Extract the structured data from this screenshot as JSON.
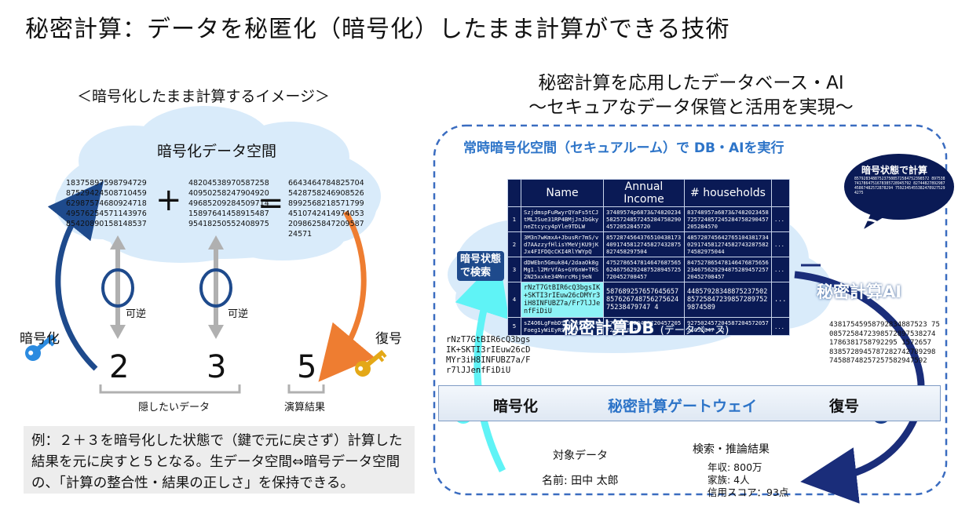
{
  "title": "秘密計算：データを秘匿化（暗号化）したまま計算ができる技術",
  "left": {
    "subtitle": "＜暗号化したまま計算するイメージ＞",
    "cloud_label": "暗号化データ空間",
    "enc_a": "18375897598794729\n87529424508710459\n62987574680924718\n49576254571143976\n85420890158148537",
    "enc_b": "48204538970587258\n40950258247904920\n49685209284509714\n15897641458915487\n95418250552408975",
    "enc_c": "6643464784825704\n5428758246908526\n8992568218571799\n4510742414974053\n2098625847209587\n24571",
    "plus": "+",
    "equals": "=",
    "reversible1": "可逆",
    "reversible2": "可逆",
    "encrypt_label": "暗号化",
    "decrypt_label": "復号",
    "val_a": "2",
    "val_b": "3",
    "val_c": "5",
    "hidden_label": "隠したいデータ",
    "result_label": "演算結果",
    "note": "例：２＋３を暗号化した状態で（鍵で元に戻さず）計算した結果を元に戻すと５となる。生データ空間⇔暗号データ空間の、「計算の整合性・結果の正しさ」を保持できる。"
  },
  "right": {
    "title_line1": "秘密計算を応用したデータベース・AI",
    "title_line2": "〜セキュアなデータ保管と活用を実現〜",
    "secure_room": "常時暗号化空間（セキュアルーム）で DB・AIを実行",
    "db_label": "秘密計算DB",
    "db_label_sub": "(データベース)",
    "ai_label": "秘密計算AI",
    "bubble_title": "暗号状態で計算",
    "bubble_nums": "857928348875237508572584752398572 8975387417864751678385728945792 8274482789298745867482572878294 75923454553824789275294275",
    "search_label": "暗号状態\nで検索",
    "table": {
      "headers": [
        "Name",
        "Annual Income",
        "# households"
      ],
      "rows": [
        {
          "n": "1",
          "name": "SzjdmspFuRwyrQYaFs5tCJtMLJSue31RP4BMjJnJbGkyneZtcycy4pYle9TDLW",
          "income": "37489574p6873&7482023458257248572452847582904572052845720",
          "households": "83748957a6873&7482023458725724857245284758290457205284570",
          "more": "..."
        },
        {
          "n": "2",
          "name": "3M3n7wKmxA+JbusRr7mS/vd7AAzzyfHlisYMeVjKU9jKJx4FIFDQcCKI4RlYWYpQ",
          "income": "85728745643765104381734091745812745827432875827458297504",
          "households": "48572874564276510438173402917458127458274328758274582975044",
          "more": "..."
        },
        {
          "n": "3",
          "name": "dDWEbn5Gmuk84/2daaOk8gMg1.l2MrVfAs+GY6nW+TRS2N25xxke34MnrcMsj9eN",
          "income": "47527865478146476875656246756292487528945725720452708457",
          "households": "84752786547814647687565623467562929487528945725720452708457",
          "more": "..."
        },
        {
          "n": "4",
          "name": "rNzT7GtBIR6cQ3bgsIK+SKTI3rIEuw26cDMYr3iH8INFUBZ7a/Fr7lJJenfFiDiU",
          "income": "58768925765764565785762674875627562475238479747 4",
          "households": "44857928348875237502857258472398572897529874589",
          "more": "..."
        },
        {
          "n": "5",
          "name": "sZ4O6LgFmbDSttPwx12vsFFoeg1yWiEyRSsBCE",
          "income": "27502457204587204572057240528475 2",
          "households": "92750245720458720457205724052847 52",
          "more": "..."
        }
      ]
    },
    "left_cipher": "rNzT7GtBIR6cQ3bgs\nIK+SKTI3rIEuw26cD\nMYr3iH8INFUBZ7a/F\nr7lJJenfFiDiU",
    "right_cipher": "43817545958792834887523 75\n0857258472398572897538274\n1786381758792295 1572657\n8385728945787282742789298\n74588748257257582947592",
    "gate_label": "秘密計算ゲートウェイ",
    "gate_encrypt": "暗号化",
    "gate_decrypt": "復号",
    "target_title": "対象データ",
    "target_value": "名前: 田中 太郎",
    "result_title": "検索・推論結果",
    "result_lines": [
      "年収: 800万",
      "家族: 4人",
      "信用スコア：93点"
    ]
  },
  "colors": {
    "dark_blue": "#1e4a8c",
    "orange": "#ee7d31",
    "cyan": "#5ff3f6",
    "navy": "#0a1a55",
    "cloud": "#d9ebfa"
  }
}
